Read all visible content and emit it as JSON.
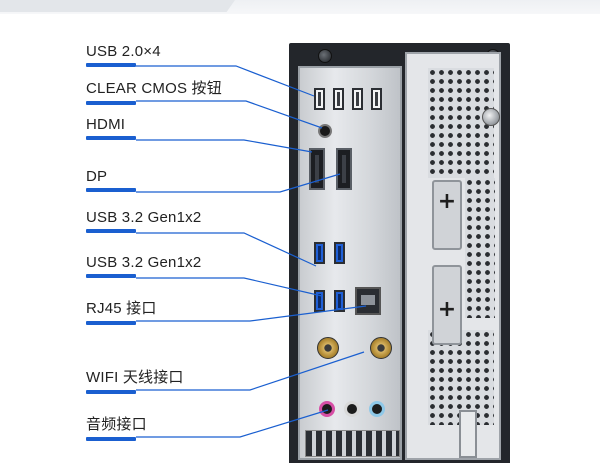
{
  "labels": [
    {
      "id": "usb2",
      "text": "USB 2.0×4"
    },
    {
      "id": "clear_cmos",
      "text": "CLEAR CMOS 按钮"
    },
    {
      "id": "hdmi",
      "text": "HDMI"
    },
    {
      "id": "dp",
      "text": "DP"
    },
    {
      "id": "usb32_a",
      "text": "USB 3.2 Gen1x2"
    },
    {
      "id": "usb32_b",
      "text": "USB 3.2 Gen1x2"
    },
    {
      "id": "rj45",
      "text": "RJ45 接口"
    },
    {
      "id": "wifi",
      "text": "WIFI 天线接口"
    },
    {
      "id": "audio",
      "text": "音频接口"
    }
  ],
  "colors": {
    "accent": "#1a5fd0",
    "usb3_port": "#1f5fd6",
    "case": "#23262b"
  }
}
